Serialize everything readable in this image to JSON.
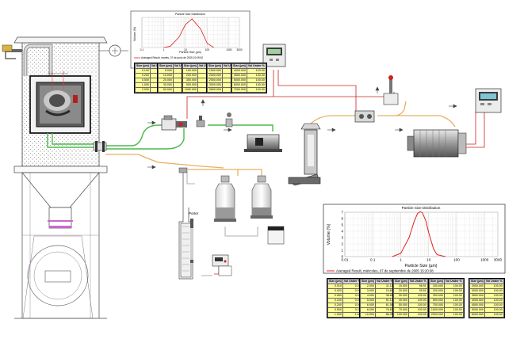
{
  "top_chart": {
    "title": "Particle Size Distribution",
    "xlabel": "Particle Size (µm)",
    "ylabel": "Volume (%)",
    "legend": "Averaged Result, martes, 07 de junio de 2005 10:09:00"
  },
  "bottom_chart": {
    "title": "Particle Size Distribution",
    "xlabel": "Particle Size (µm)",
    "ylabel": "Volume (%)",
    "legend": "Averaged Result, miércoles, 07 de septiembre de 2005 15:20:38"
  },
  "chart_data": [
    {
      "type": "line",
      "title": "Particle Size Distribution",
      "xlabel": "Particle Size (µm)",
      "ylabel": "Volume (%)",
      "xscale": "log",
      "xlim": [
        0.01,
        3000
      ],
      "ylim": [
        0,
        7
      ],
      "x_ticks": [
        "0.01",
        "0.1",
        "1",
        "10",
        "100",
        "1000",
        "3000"
      ],
      "y_ticks": [
        "0",
        "1",
        "2",
        "3",
        "4",
        "5",
        "6",
        "7"
      ],
      "grid": true,
      "legend_position": "bottom",
      "series": [
        {
          "name": "Averaged Result, miércoles, 07 de septiembre de 2005 15:20:38",
          "color": "#e02020",
          "x": [
            0.5,
            1,
            2,
            3,
            4,
            5,
            6,
            8,
            10,
            15,
            20,
            40
          ],
          "y": [
            0,
            0.5,
            3.0,
            5.5,
            6.8,
            7.1,
            6.9,
            5.6,
            3.8,
            1.2,
            0.3,
            0
          ]
        }
      ]
    },
    {
      "type": "line",
      "title": "Particle Size Distribution",
      "xlabel": "Particle Size (µm)",
      "ylabel": "Volume (%)",
      "xscale": "log",
      "xlim": [
        0.1,
        3000
      ],
      "x_ticks": [
        "0.1",
        "1",
        "10",
        "100",
        "1000",
        "3000"
      ],
      "grid": true,
      "legend_position": "bottom",
      "series": [
        {
          "name": "Averaged Result, martes, 07 de junio de 2005 10:09:00",
          "color": "#e02020",
          "x": [
            1,
            2,
            5,
            10,
            20,
            50,
            100,
            200
          ],
          "y": [
            0,
            0.3,
            2.5,
            5.6,
            7.0,
            4.5,
            1.0,
            0
          ]
        }
      ]
    }
  ],
  "table_headers": [
    "Size (µm)",
    "Vol Under %"
  ],
  "bottom_tables": [
    {
      "rows": [
        [
          "0.010",
          "0.00"
        ],
        [
          "0.020",
          "0.00"
        ],
        [
          "0.050",
          "0.00"
        ],
        [
          "0.100",
          "0.00"
        ],
        [
          "0.200",
          "0.00"
        ],
        [
          "0.500",
          "0.21"
        ],
        [
          "1.000",
          "1.62"
        ]
      ]
    },
    {
      "rows": [
        [
          "2.000",
          "11.18"
        ],
        [
          "3.000",
          "24.60"
        ],
        [
          "4.000",
          "38.61"
        ],
        [
          "5.000",
          "51.13"
        ],
        [
          "6.000",
          "61.58"
        ],
        [
          "8.000",
          "76.82"
        ],
        [
          "10.000",
          "86.35"
        ]
      ]
    },
    {
      "rows": [
        [
          "15.000",
          "96.91"
        ],
        [
          "20.000",
          "99.51"
        ],
        [
          "30.000",
          "100.00"
        ],
        [
          "40.000",
          "100.00"
        ],
        [
          "50.000",
          "100.00"
        ],
        [
          "70.000",
          "100.00"
        ],
        [
          "100.000",
          "100.00"
        ]
      ]
    },
    {
      "rows": [
        [
          "150.000",
          "100.00"
        ],
        [
          "200.000",
          "100.00"
        ],
        [
          "300.000",
          "100.00"
        ],
        [
          "500.000",
          "100.00"
        ],
        [
          "700.000",
          "100.00"
        ],
        [
          "1000.000",
          "100.00"
        ],
        [
          "2000.000",
          "100.00"
        ]
      ]
    },
    {
      "rows": [
        [
          "2500.000",
          "100.00"
        ],
        [
          "3000.000",
          "100.00"
        ],
        [
          "3500.000",
          "100.00"
        ],
        [
          "4000.000",
          "100.00"
        ],
        [
          "4500.000",
          "100.00"
        ],
        [
          "5000.000",
          "100.00"
        ],
        [
          "6000.000",
          "100.00"
        ]
      ]
    }
  ],
  "top_tables": [
    {
      "rows": [
        [
          "0.100",
          "0.00"
        ],
        [
          "0.200",
          "0.00"
        ],
        [
          "0.500",
          "0.00"
        ],
        [
          "1.000",
          "0.00"
        ],
        [
          "2.000",
          "0.28"
        ]
      ]
    },
    {
      "rows": [
        [
          "5.000",
          "4.10"
        ],
        [
          "10.000",
          "18.40"
        ],
        [
          "20.000",
          "48.90"
        ],
        [
          "30.000",
          "68.20"
        ],
        [
          "50.000",
          "87.60"
        ]
      ]
    },
    {
      "rows": [
        [
          "100.000",
          "98.90"
        ],
        [
          "200.000",
          "100.00"
        ],
        [
          "300.000",
          "100.00"
        ],
        [
          "500.000",
          "100.00"
        ],
        [
          "1000.000",
          "100.00"
        ]
      ]
    },
    {
      "rows": [
        [
          "1500.000",
          "100.00"
        ],
        [
          "2000.000",
          "100.00"
        ],
        [
          "2500.000",
          "100.00"
        ],
        [
          "3000.000",
          "100.00"
        ],
        [
          "3500.000",
          "100.00"
        ]
      ]
    },
    {
      "rows": [
        [
          "4000.000",
          "100.00"
        ],
        [
          "4500.000",
          "100.00"
        ],
        [
          "5000.000",
          "100.00"
        ],
        [
          "6000.000",
          "100.00"
        ],
        [
          "7000.000",
          "100.00"
        ]
      ]
    }
  ],
  "labels": {
    "filter": "Porter"
  },
  "colors": {
    "green_line": "#4db84d",
    "orange_line": "#e8b060",
    "red_line": "#cc2222",
    "table_fill": "#ffff99",
    "curve": "#e02020"
  }
}
